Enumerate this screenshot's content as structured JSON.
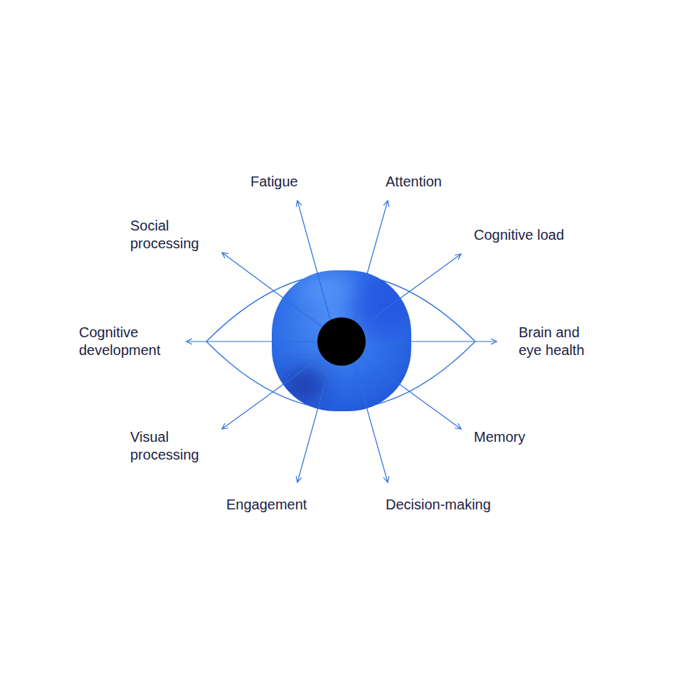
{
  "diagram": {
    "labels": [
      "Fatigue",
      "Attention",
      "Social processing",
      "Cognitive load",
      "Cognitive development",
      "Brain and eye health",
      "Visual processing",
      "Memory",
      "Engagement",
      "Decision-making"
    ]
  }
}
